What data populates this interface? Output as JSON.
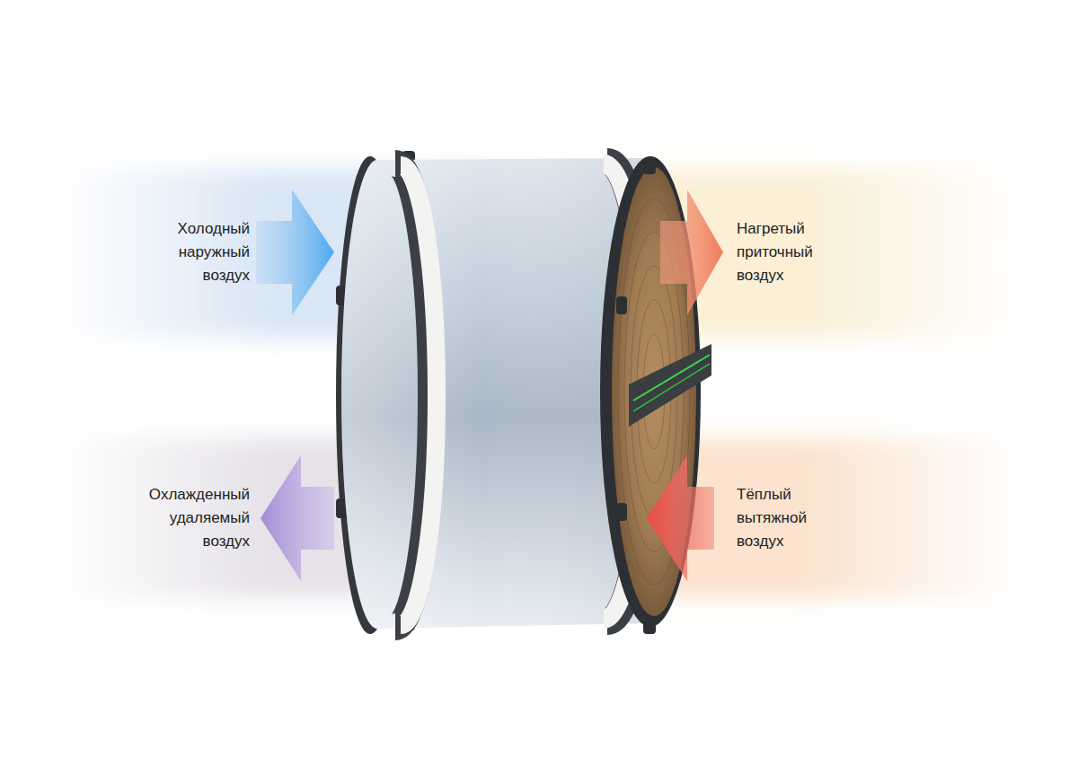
{
  "diagram": {
    "labels": [
      "Холодный наружный воздух",
      "Нагретый приточный воздух",
      "Охлажденный удаляемый воздух",
      "Тёплый вытяжной воздух"
    ]
  }
}
